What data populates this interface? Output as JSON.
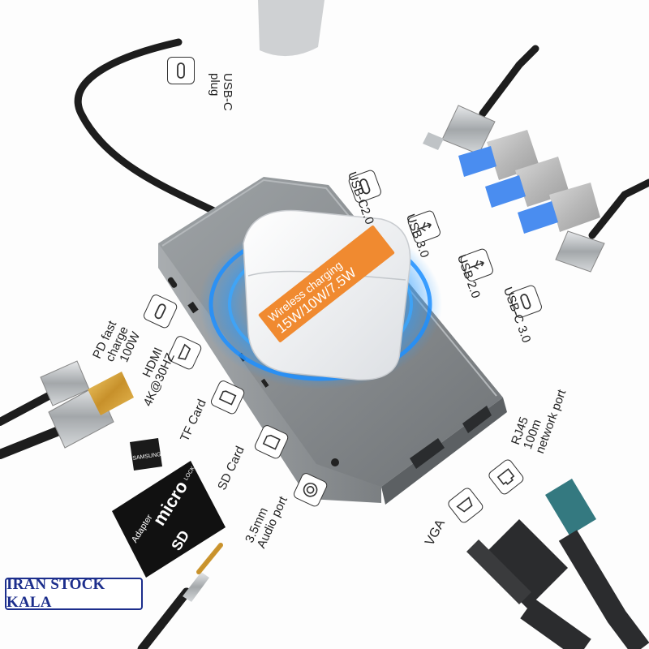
{
  "ports": {
    "usbc_plug": [
      "USB-C",
      "plug"
    ],
    "usbc20": "USB-C2.0",
    "usb30": "USB 3.0",
    "usb20": "USB 2.0",
    "usbc30": "USB-C 3.0",
    "pd": [
      "PD fast",
      "charge",
      "100W"
    ],
    "hdmi": [
      "HDMI",
      "4K@30HZ"
    ],
    "tf": "TF Card",
    "sd": "SD Card",
    "audio": [
      "3.5mm",
      "Audio port"
    ],
    "rj45": [
      "RJ45",
      "100m",
      "network port"
    ],
    "vga": "VGA"
  },
  "badge": {
    "line1": "Wireless charging",
    "line2": "15W/10W/7.5W"
  },
  "sd_card": {
    "micro": "micro",
    "sd": "SD",
    "adapter": "Adapter",
    "lock": "LOCK"
  },
  "tf_card_brand": "SAMSUNG",
  "logo": "IRAN STOCK KALA",
  "colors": {
    "accent_orange": "#f08a30",
    "glow_blue": "#1e8fff",
    "hub_gray": "#8f9396",
    "logo_blue": "#1c2e8c"
  }
}
